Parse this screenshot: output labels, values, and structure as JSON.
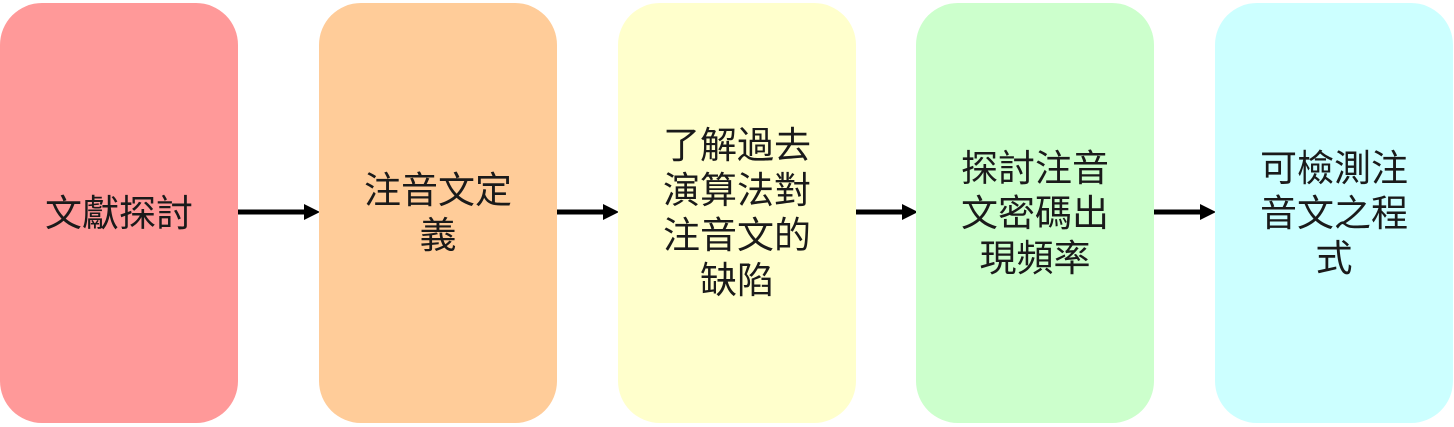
{
  "flow": {
    "steps": [
      {
        "label": "文獻探討",
        "color": "#ff9999"
      },
      {
        "label": "注音文定義",
        "color": "#ffcc99"
      },
      {
        "label": "了解過去演算法對注音文的缺陷",
        "color": "#ffffcc"
      },
      {
        "label": "探討注音文密碼出現頻率",
        "color": "#ccffcc"
      },
      {
        "label": "可檢測注音文之程式",
        "color": "#ccffff"
      }
    ],
    "arrow_color": "#000000"
  }
}
